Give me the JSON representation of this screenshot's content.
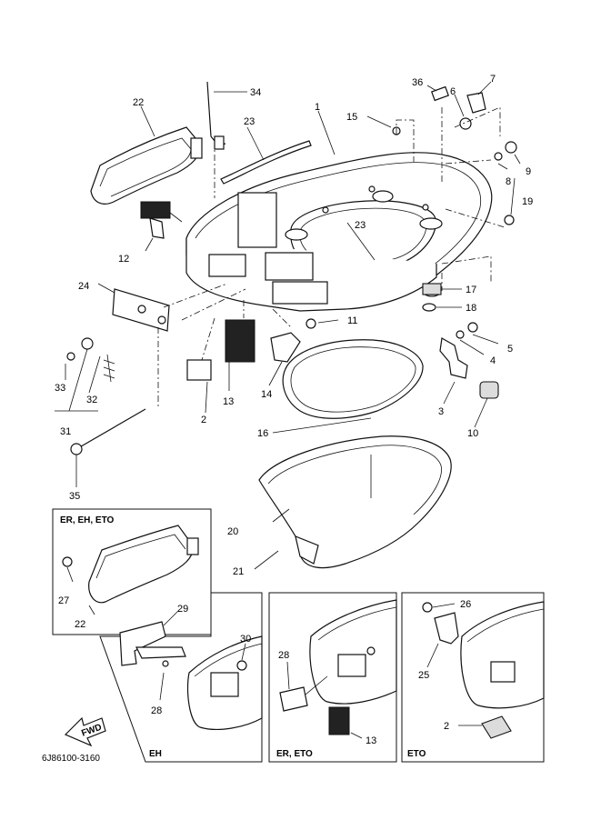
{
  "callouts": {
    "c1": "1",
    "c2": "2",
    "c3": "3",
    "c4": "4",
    "c5": "5",
    "c6": "6",
    "c7": "7",
    "c8": "8",
    "c9": "9",
    "c10": "10",
    "c11": "11",
    "c12": "12",
    "c13": "13",
    "c14": "14",
    "c15": "15",
    "c16": "16",
    "c17": "17",
    "c18": "18",
    "c19": "19",
    "c20": "20",
    "c21": "21",
    "c22": "22",
    "c23a": "23",
    "c23b": "23",
    "c24": "24",
    "c31": "31",
    "c32": "32",
    "c33": "33",
    "c34": "34",
    "c35": "35",
    "c36": "36"
  },
  "inset_er_eh_eto": {
    "label": "ER, EH, ETO",
    "c27": "27",
    "c22": "22"
  },
  "inset_eh": {
    "label": "EH",
    "c29": "29",
    "c30": "30",
    "c28": "28"
  },
  "inset_er_eto": {
    "label": "ER, ETO",
    "c28": "28",
    "c13": "13"
  },
  "inset_eto": {
    "label": "ETO",
    "c26": "26",
    "c25": "25",
    "c2": "2"
  },
  "fwd_badge": "FWD",
  "diagram_code": "6J86100-3160"
}
